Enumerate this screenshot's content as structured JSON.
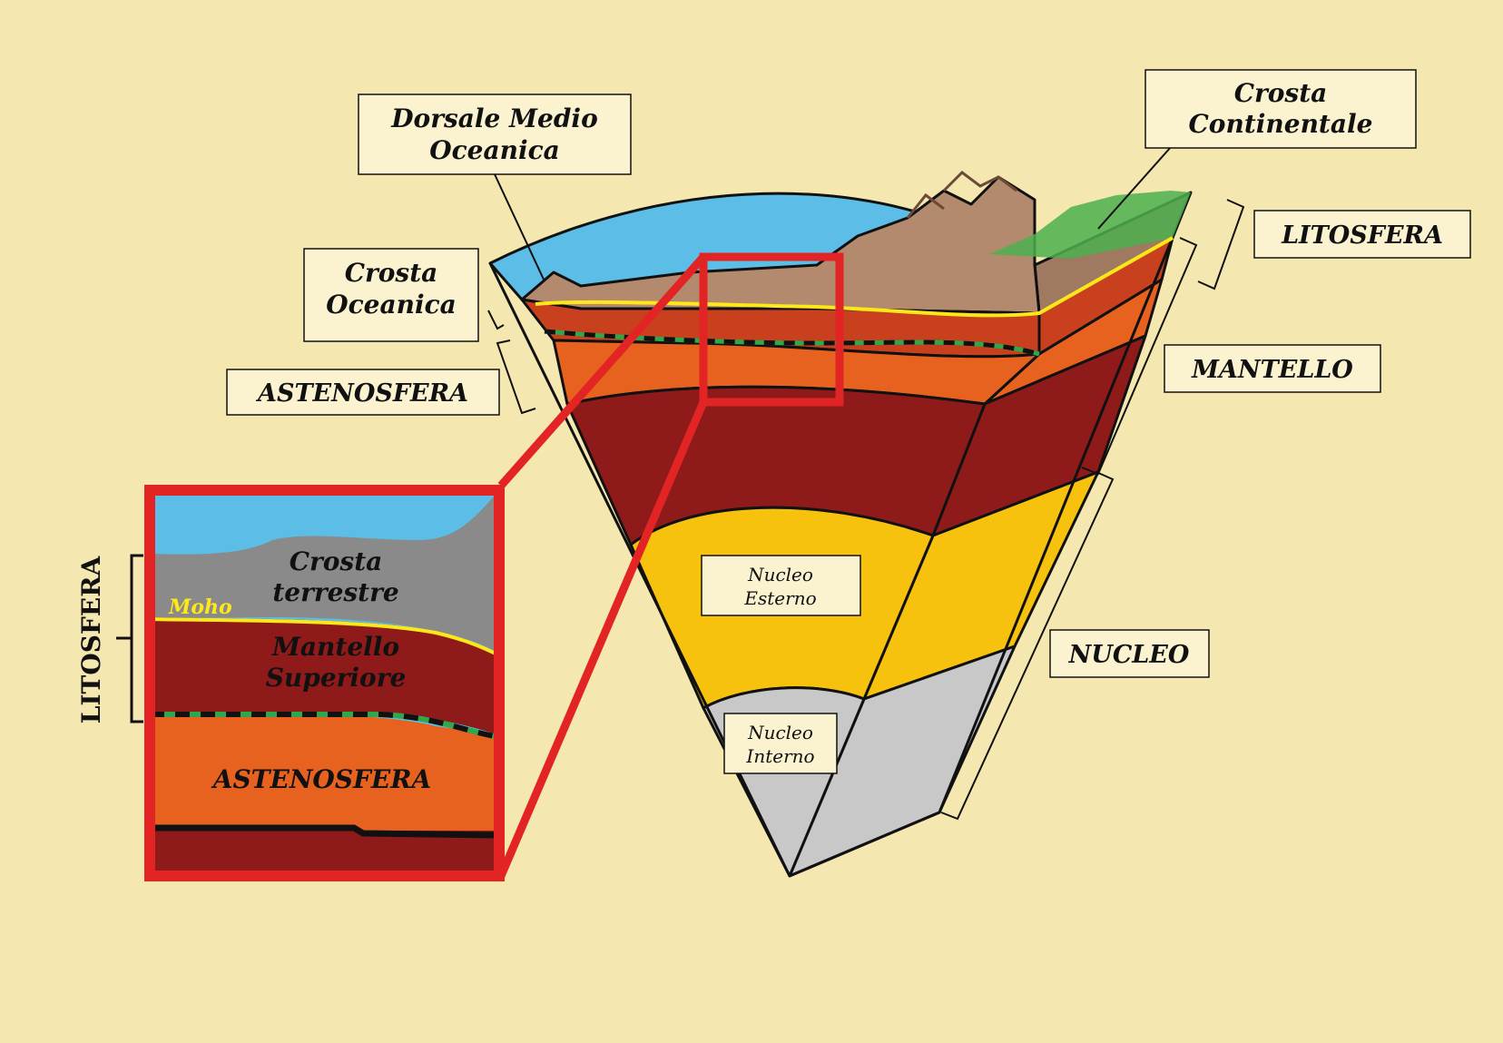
{
  "colors": {
    "background": "#f5e7b0",
    "ocean": "#5cbde6",
    "crust": "#b48a6e",
    "vegetation": "#4caf4f",
    "lithospheric_mantle": "#c8401e",
    "asthenosphere": "#e8621f",
    "lower_mantle": "#8e1a1a",
    "outer_core": "#f7c20e",
    "inner_core": "#c8c8c8",
    "moho": "#ffe81a",
    "zoom_frame": "#e32424",
    "label_box": "#fbf3cf"
  },
  "labels": {
    "dorsale": [
      "Dorsale Medio",
      "Oceanica"
    ],
    "crosta_oceanica": [
      "Crosta",
      "Oceanica"
    ],
    "astenosfera": "ASTENOSFERA",
    "crosta_continentale": [
      "Crosta",
      "Continentale"
    ],
    "litosfera": "LITOSFERA",
    "mantello": "MANTELLO",
    "nucleo": "NUCLEO",
    "nucleo_esterno": [
      "Nucleo",
      "Esterno"
    ],
    "nucleo_interno": [
      "Nucleo",
      "Interno"
    ]
  },
  "inset": {
    "litosfera_side": "LITOSFERA",
    "crosta_terrestre": [
      "Crosta",
      "terrestre"
    ],
    "moho": "Moho",
    "mantello_superiore": [
      "Mantello",
      "Superiore"
    ],
    "astenosfera": "ASTENOSFERA"
  }
}
